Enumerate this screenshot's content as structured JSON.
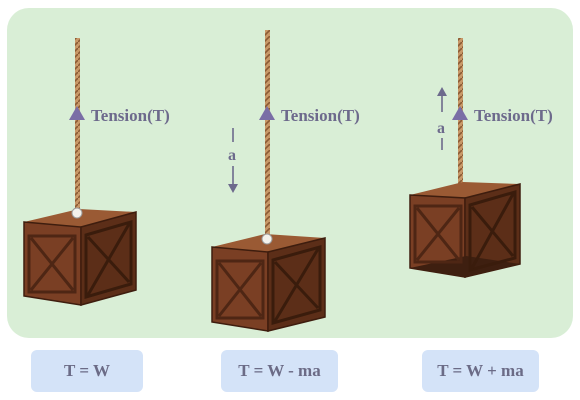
{
  "colors": {
    "panel": "#d9eed6",
    "label": "#6d6a8c",
    "rope": "#c89868",
    "crate_front": "#7a3f24",
    "crate_dark": "#4e2614",
    "equation_box": "#d4e3f8"
  },
  "cases": [
    {
      "tension_label": "Tension(T)",
      "acceleration_label": "",
      "equation": "T = W"
    },
    {
      "tension_label": "Tension(T)",
      "acceleration_label": "a",
      "acceleration_direction": "down",
      "equation": "T = W - ma"
    },
    {
      "tension_label": "Tension(T)",
      "acceleration_label": "a",
      "acceleration_direction": "up",
      "equation": "T = W + ma"
    }
  ]
}
